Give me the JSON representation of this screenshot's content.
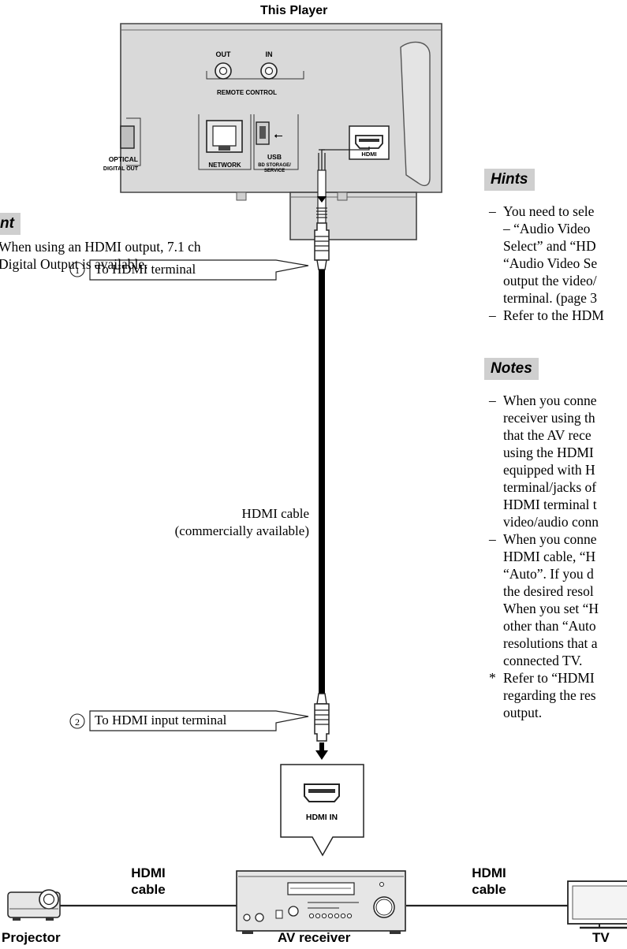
{
  "player": {
    "title": "This Player",
    "remote": {
      "out": "OUT",
      "in": "IN",
      "label": "REMOTE CONTROL"
    },
    "optical": {
      "line1": "OPTICAL",
      "line2": "DIGITAL OUT"
    },
    "network": "NETWORK",
    "usb": {
      "line1": "USB",
      "line2": "BD STORAGE/",
      "line3": "SERVICE"
    },
    "hdmi": "HDMI"
  },
  "hint_left": {
    "tag": "nt",
    "lines": [
      "When using an HDMI output, 7.1 ch",
      "Digital Output is available."
    ]
  },
  "callouts": {
    "first": {
      "num": "①",
      "text": "To HDMI terminal"
    },
    "second": {
      "num": "②",
      "text": "To HDMI input terminal"
    }
  },
  "cable_label": {
    "line1": "HDMI cable",
    "line2": "(commercially available)"
  },
  "hdmi_in": "HDMI IN",
  "hints": {
    "tag": "Hints",
    "items": [
      {
        "marker": "–",
        "lines": [
          "You need to sele",
          "– “Audio Video",
          "Select” and “HD",
          "“Audio Video Se",
          "output the video/",
          "terminal. (page 3"
        ]
      },
      {
        "marker": "–",
        "lines": [
          "Refer to the HDM"
        ]
      }
    ]
  },
  "notes": {
    "tag": "Notes",
    "items": [
      {
        "marker": "–",
        "lines": [
          "When you conne",
          "receiver using th",
          "that the AV rece",
          "using the HDMI",
          "equipped with H",
          "terminal/jacks of",
          "HDMI terminal t",
          "video/audio conn"
        ]
      },
      {
        "marker": "–",
        "lines": [
          "When you conne",
          "HDMI cable, “H",
          "“Auto”. If you d",
          "the desired resol",
          "When you set “H",
          "other than “Auto",
          "resolutions that a",
          "connected TV."
        ]
      },
      {
        "marker": "*",
        "lines": [
          "Refer to “HDMI",
          "regarding the res",
          "output."
        ]
      }
    ]
  },
  "bottom": {
    "cable_left": [
      "HDMI",
      "cable"
    ],
    "cable_right": [
      "HDMI",
      "cable"
    ],
    "projector": "Projector",
    "receiver": "AV receiver",
    "tv": "TV"
  }
}
